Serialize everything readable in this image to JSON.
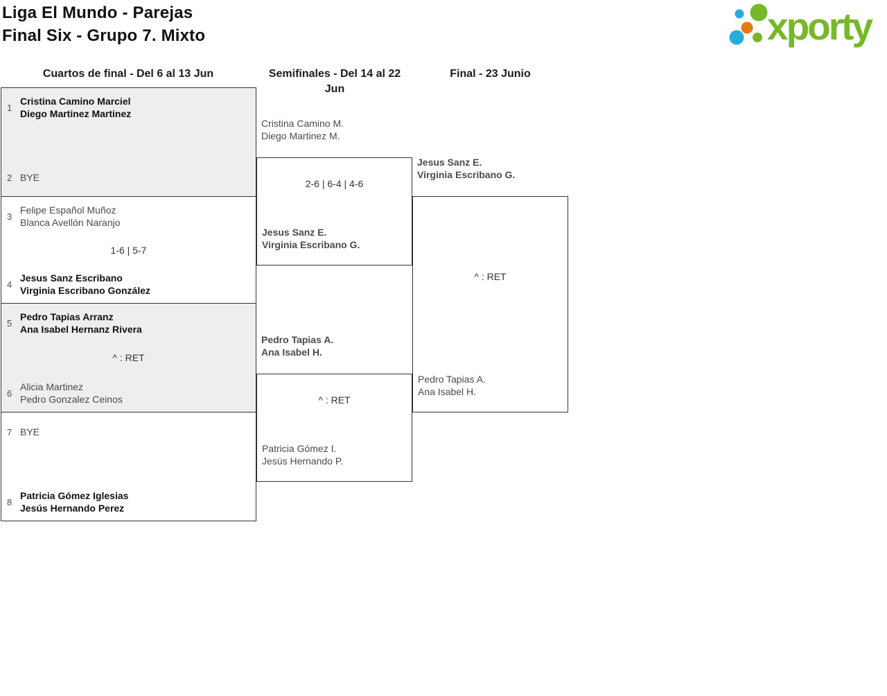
{
  "title": {
    "line1": "Liga El Mundo - Parejas",
    "line2": "Final Six - Grupo 7. Mixto"
  },
  "logo": {
    "text": "xporty",
    "colors": {
      "green": "#76b82a",
      "blue": "#29abe2",
      "orange": "#e87811"
    }
  },
  "colors": {
    "box_fill": "#eeeeee",
    "border": "#333333",
    "winner_text": "#111111",
    "regular_text": "#4a4a4a"
  },
  "rounds": {
    "quarterfinals": {
      "header": "Cuartos de final - Del 6 al 13 Jun",
      "matches": [
        {
          "seed_top": "1",
          "team_top": {
            "line1": "Cristina Camino Marciel",
            "line2": "Diego Martinez Martinez",
            "winner": true
          },
          "score": "",
          "seed_bottom": "2",
          "team_bottom": {
            "line1": "BYE",
            "line2": "",
            "winner": false
          }
        },
        {
          "seed_top": "3",
          "team_top": {
            "line1": "Felipe Español Muñoz",
            "line2": "Blanca Avellón Naranjo",
            "winner": false
          },
          "score": "1-6 | 5-7",
          "seed_bottom": "4",
          "team_bottom": {
            "line1": "Jesus Sanz Escribano",
            "line2": "Virginia Escribano González",
            "winner": true
          }
        },
        {
          "seed_top": "5",
          "team_top": {
            "line1": "Pedro Tapias Arranz",
            "line2": "Ana Isabel Hernanz Rivera",
            "winner": true
          },
          "score": "^ : RET",
          "seed_bottom": "6",
          "team_bottom": {
            "line1": "Alicia Martinez",
            "line2": "Pedro Gonzalez Ceinos",
            "winner": false
          }
        },
        {
          "seed_top": "7",
          "team_top": {
            "line1": "BYE",
            "line2": "",
            "winner": false
          },
          "score": "",
          "seed_bottom": "8",
          "team_bottom": {
            "line1": "Patricia Gómez Iglesias",
            "line2": "Jesús Hernando Perez",
            "winner": true
          }
        }
      ]
    },
    "semifinals": {
      "header": "Semifinales - Del 14 al 22 Jun",
      "matches": [
        {
          "team_top": {
            "line1": "Cristina Camino M.",
            "line2": "Diego Martinez M.",
            "winner": false
          },
          "score": "2-6 | 6-4 | 4-6",
          "team_bottom": {
            "line1": "Jesus Sanz E.",
            "line2": "Virginia Escribano G.",
            "winner": true
          }
        },
        {
          "team_top": {
            "line1": "Pedro Tapias A.",
            "line2": "Ana Isabel H.",
            "winner": true
          },
          "score": "^ : RET",
          "team_bottom": {
            "line1": "Patricia Gómez I.",
            "line2": "Jesús Hernando P.",
            "winner": false
          }
        }
      ]
    },
    "final": {
      "header": "Final - 23 Junio",
      "matches": [
        {
          "team_top": {
            "line1": "Jesus Sanz E.",
            "line2": "Virginia Escribano G.",
            "winner": true
          },
          "score": "^ : RET",
          "team_bottom": {
            "line1": "Pedro Tapias A.",
            "line2": "Ana Isabel H.",
            "winner": false
          }
        }
      ]
    }
  }
}
